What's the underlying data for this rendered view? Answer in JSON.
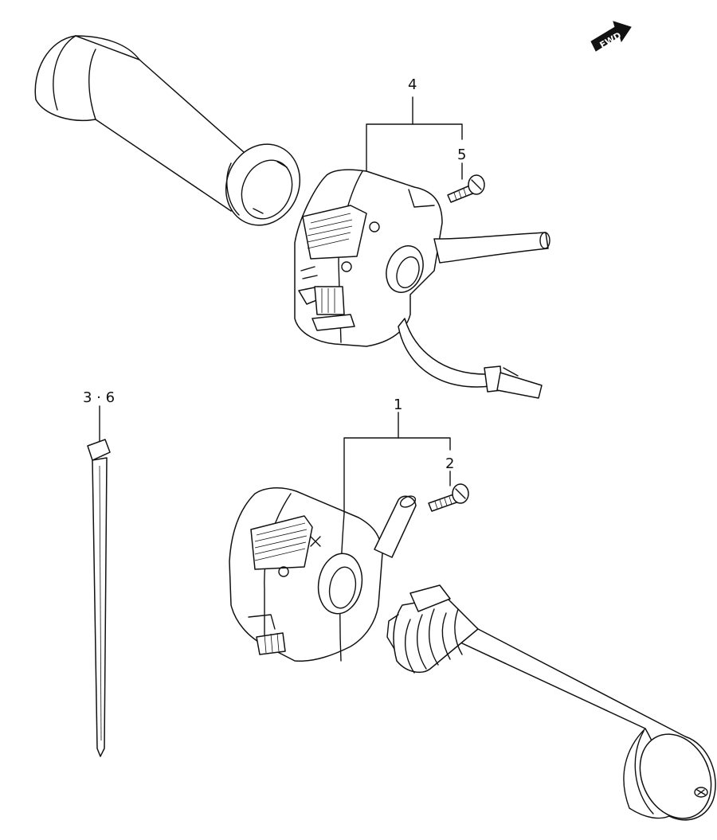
{
  "callouts": [
    {
      "id": "4",
      "label": "4"
    },
    {
      "id": "5",
      "label": "5"
    },
    {
      "id": "3-6",
      "label": "3 · 6"
    },
    {
      "id": "1",
      "label": "1"
    },
    {
      "id": "2",
      "label": "2"
    }
  ],
  "fwd_label": "FWD",
  "colors": {
    "line": "#111111",
    "background": "#ffffff"
  }
}
